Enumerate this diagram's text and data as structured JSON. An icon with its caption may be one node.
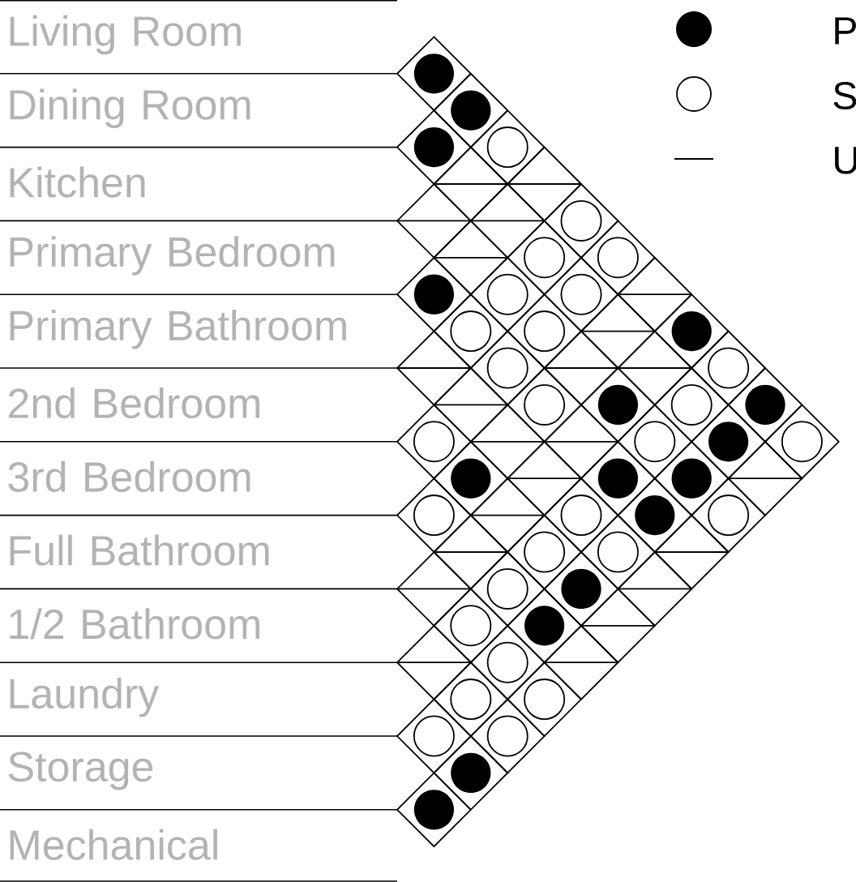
{
  "diagram": {
    "nodes": [
      {
        "text": [
          "Living Room"
        ]
      },
      {
        "text": [
          "Dining Room"
        ]
      },
      {
        "text": [
          "Kitchen"
        ]
      },
      {
        "text": [
          "Primary Bedroom"
        ]
      },
      {
        "text": [
          "Primary Bathroom"
        ]
      },
      {
        "text": [
          "2nd Bedroom"
        ]
      },
      {
        "text": [
          "3rd Bedroom"
        ]
      },
      {
        "text": [
          "Full Bathroom"
        ]
      },
      {
        "text": [
          "1/2 Bathroom"
        ]
      },
      {
        "text": [
          "Laundry"
        ]
      },
      {
        "text": [
          "Storage"
        ]
      },
      {
        "text": [
          "Mechanical"
        ]
      },
      {
        "text": [],
        "shape": "diamond"
      },
      {
        "text": [],
        "shape": "diamond"
      },
      {
        "text": [],
        "shape": "diamond"
      },
      {
        "text": [],
        "shape": "diamond"
      },
      {
        "text": [],
        "shape": "diamond"
      },
      {
        "text": [],
        "shape": "diamond"
      },
      {
        "text": [],
        "shape": "diamond"
      },
      {
        "text": [],
        "shape": "diamond"
      },
      {
        "text": [],
        "shape": "diamond"
      },
      {
        "text": [],
        "shape": "diamond"
      },
      {
        "text": [],
        "shape": "diamond"
      },
      {
        "text": [],
        "shape": "diamond"
      },
      {
        "text": [],
        "shape": "diamond"
      },
      {
        "text": [],
        "shape": "diamond"
      },
      {
        "text": [],
        "shape": "diamond"
      },
      {
        "text": [],
        "shape": "diamond"
      },
      {
        "text": [],
        "shape": "diamond"
      },
      {
        "text": [],
        "shape": "diamond"
      },
      {
        "text": [],
        "shape": "diamond"
      },
      {
        "text": [],
        "shape": "diamond"
      },
      {
        "text": [],
        "shape": "diamond"
      },
      {
        "text": [],
        "shape": "diamond"
      },
      {
        "text": [],
        "shape": "diamond"
      },
      {
        "text": [],
        "shape": "diamond"
      },
      {
        "text": [],
        "shape": "diamond"
      },
      {
        "text": [],
        "shape": "diamond"
      },
      {
        "text": [],
        "shape": "diamond"
      },
      {
        "text": [],
        "shape": "diamond"
      },
      {
        "text": [],
        "shape": "diamond"
      },
      {
        "text": [],
        "shape": "diamond"
      },
      {
        "text": [],
        "shape": "diamond"
      },
      {
        "text": [],
        "shape": "diamond"
      },
      {
        "text": [],
        "shape": "diamond"
      },
      {
        "text": [],
        "shape": "diamond"
      },
      {
        "text": [],
        "shape": "diamond"
      },
      {
        "text": [],
        "shape": "diamond"
      },
      {
        "text": [],
        "shape": "diamond"
      },
      {
        "text": [],
        "shape": "diamond"
      },
      {
        "text": [],
        "shape": "diamond"
      },
      {
        "text": [],
        "shape": "diamond"
      },
      {
        "text": [],
        "shape": "diamond"
      },
      {
        "text": [],
        "shape": "diamond"
      },
      {
        "text": [],
        "shape": "diamond"
      },
      {
        "text": [],
        "shape": "diamond"
      },
      {
        "text": [],
        "shape": "diamond"
      },
      {
        "text": [],
        "shape": "diamond"
      },
      {
        "text": [],
        "shape": "diamond"
      },
      {
        "text": [],
        "shape": "diamond"
      },
      {
        "text": [],
        "shape": "diamond"
      },
      {
        "text": [],
        "shape": "diamond"
      },
      {
        "text": [],
        "shape": "diamond"
      },
      {
        "text": [],
        "shape": "diamond"
      },
      {
        "text": [],
        "shape": "diamond"
      },
      {
        "text": [],
        "shape": "diamond"
      },
      {
        "text": [],
        "shape": "diamond"
      },
      {
        "text": [],
        "shape": "diamond"
      },
      {
        "text": [],
        "shape": "diamond"
      },
      {
        "text": [],
        "shape": "diamond"
      },
      {
        "text": [],
        "shape": "diamond"
      },
      {
        "text": [],
        "shape": "diamond"
      },
      {
        "text": [],
        "shape": "diamond"
      },
      {
        "text": [],
        "shape": "diamond"
      },
      {
        "text": [],
        "shape": "diamond"
      },
      {
        "text": [],
        "shape": "diamond"
      },
      {
        "text": [],
        "shape": "diamond"
      },
      {
        "text": [],
        "shape": "diamond"
      },
      {
        "text": [],
        "shape": "dot",
        "in": 12
      },
      {
        "text": [],
        "shape": "dot",
        "in": 13
      },
      {
        "text": [],
        "shape": "dot",
        "in": 14
      },
      {
        "text": [],
        "shape": "circle",
        "in": 15
      },
      {
        "text": [],
        "shape": "circle",
        "in": 20
      },
      {
        "text": [],
        "shape": "circle",
        "in": 22
      },
      {
        "text": [],
        "shape": "circle",
        "in": 23
      },
      {
        "text": [],
        "shape": "dot",
        "in": 24
      },
      {
        "text": [],
        "shape": "circle",
        "in": 25
      },
      {
        "text": [],
        "shape": "circle",
        "in": 26
      },
      {
        "text": [],
        "shape": "circle",
        "in": 28
      },
      {
        "text": [],
        "shape": "circle",
        "in": 29
      },
      {
        "text": [],
        "shape": "dot",
        "in": 31
      },
      {
        "text": [],
        "shape": "circle",
        "in": 33
      },
      {
        "text": [],
        "shape": "circle",
        "in": 36
      },
      {
        "text": [],
        "shape": "circle",
        "in": 38
      },
      {
        "text": [],
        "shape": "dot",
        "in": 39
      },
      {
        "text": [],
        "shape": "circle",
        "in": 40
      },
      {
        "text": [],
        "shape": "dot",
        "in": 41
      },
      {
        "text": [],
        "shape": "circle",
        "in": 42
      },
      {
        "text": [],
        "shape": "circle",
        "in": 45
      },
      {
        "text": [],
        "shape": "dot",
        "in": 46
      },
      {
        "text": [],
        "shape": "circle",
        "in": 47
      },
      {
        "text": [],
        "shape": "dot",
        "in": 48
      },
      {
        "text": [],
        "shape": "dot",
        "in": 50
      },
      {
        "text": [],
        "shape": "dot",
        "in": 51
      },
      {
        "text": [],
        "shape": "circle",
        "in": 53
      },
      {
        "text": [],
        "shape": "circle",
        "in": 55
      },
      {
        "text": [],
        "shape": "dot",
        "in": 56
      },
      {
        "text": [],
        "shape": "circle",
        "in": 57
      },
      {
        "text": [],
        "shape": "circle",
        "in": 59
      },
      {
        "text": [],
        "shape": "circle",
        "in": 60
      },
      {
        "text": [],
        "shape": "circle",
        "in": 63
      },
      {
        "text": [],
        "shape": "dot",
        "in": 64
      },
      {
        "text": [],
        "shape": "circle",
        "in": 66
      },
      {
        "text": [],
        "shape": "dot",
        "in": 67
      },
      {
        "text": [],
        "shape": "circle",
        "in": 70
      },
      {
        "text": [],
        "shape": "circle",
        "in": 72
      },
      {
        "text": [],
        "shape": "circle",
        "in": 73
      },
      {
        "text": [],
        "shape": "circle",
        "in": 74
      },
      {
        "text": [],
        "shape": "circle",
        "in": 75
      },
      {
        "text": [],
        "shape": "dot",
        "in": 76
      },
      {
        "text": [],
        "shape": "dot",
        "in": 77
      }
    ],
    "edges": [
      {
        "from": 0,
        "to": 12,
        "arrow": "none"
      },
      {
        "from": 1,
        "to": 14,
        "arrow": "none"
      },
      {
        "from": 2,
        "to": 18,
        "arrow": "none"
      },
      {
        "from": 3,
        "to": 24,
        "arrow": "none"
      },
      {
        "from": 4,
        "to": 32,
        "arrow": "none"
      },
      {
        "from": 5,
        "to": 42,
        "arrow": "none"
      },
      {
        "from": 6,
        "to": 53,
        "arrow": "none"
      },
      {
        "from": 7,
        "to": 62,
        "arrow": "none"
      },
      {
        "from": 8,
        "to": 69,
        "arrow": "none"
      },
      {
        "from": 9,
        "to": 74,
        "arrow": "none"
      },
      {
        "from": 10,
        "to": 77,
        "arrow": "none"
      }
    ],
    "legend": [
      {
        "text": "P"
      },
      {
        "text": "S"
      },
      {
        "text": "U"
      }
    ]
  }
}
